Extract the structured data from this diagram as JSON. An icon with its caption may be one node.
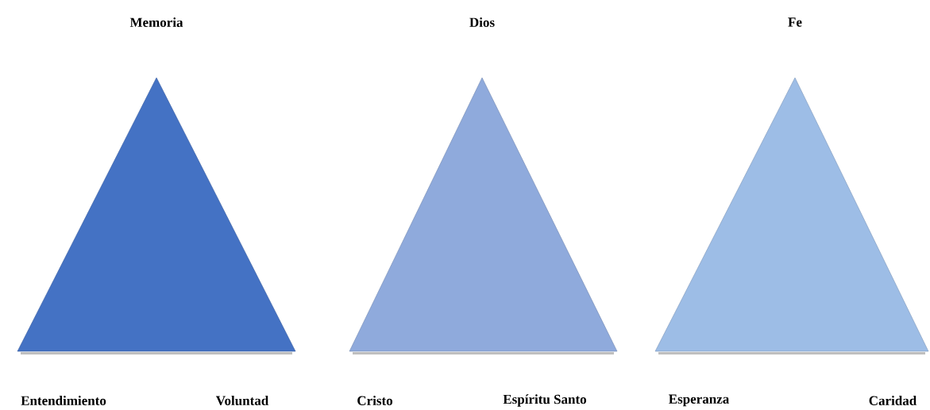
{
  "diagram": {
    "nodes": [
      {
        "text": [
          "Memoria",
          "Entendimiento",
          "Voluntad"
        ]
      },
      {
        "text": [
          "Dios",
          "Cristo",
          "Espíritu Santo"
        ]
      },
      {
        "text": [
          "Fe",
          "Esperanza",
          "Caridad"
        ]
      }
    ]
  }
}
